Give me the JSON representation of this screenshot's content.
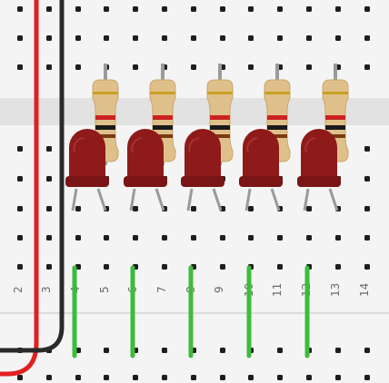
{
  "breadboard": {
    "column_labels": [
      "2",
      "3",
      "4",
      "5",
      "6",
      "7",
      "8",
      "9",
      "10",
      "11",
      "12",
      "13",
      "14"
    ],
    "colors": {
      "board": "#f4f4f4",
      "center_gap": "#e2e2e2",
      "hole": "#1e1e1e",
      "wire_red": "#e02020",
      "wire_black": "#2a2a2a",
      "wire_green": "#3dbb3d",
      "led_body": "#8e1a1a",
      "resistor_body": "#e0c08a",
      "lead": "#9a9a9a"
    },
    "components": {
      "led_count": 5,
      "resistor_count": 5,
      "resistor_bands": [
        "#cc2222",
        "#1a1a1a",
        "#7a3a10",
        "#c8a020"
      ],
      "green_wire_count": 5
    }
  }
}
